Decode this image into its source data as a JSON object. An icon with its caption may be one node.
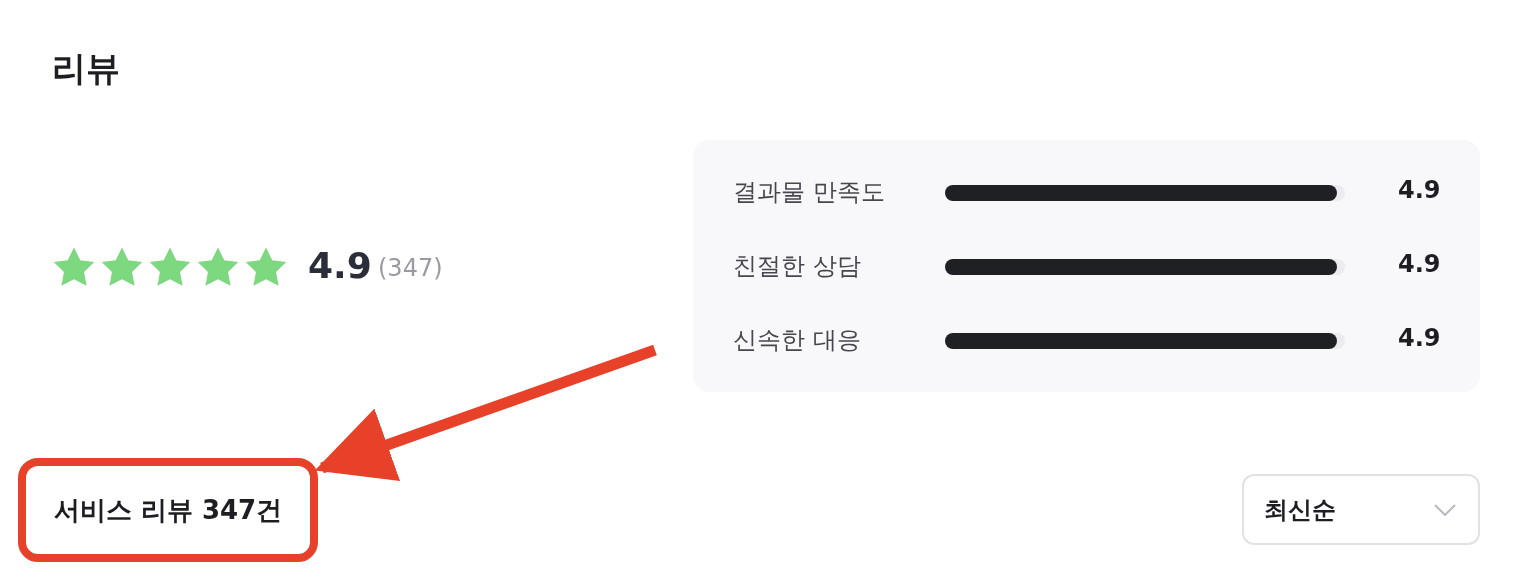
{
  "diagram": {
    "title": "리뷰",
    "nodes": [
      {
        "text": [
          "결과물 만족도",
          "4.9",
          "친절한 상담",
          "4.9",
          "신속한 대응",
          "4.9"
        ]
      },
      {
        "text": [
          "서비스 리뷰 347건"
        ]
      },
      {
        "text": [
          "최신순"
        ]
      }
    ],
    "edges": [
      {
        "from": null,
        "to": 1,
        "arrow": "to"
      }
    ],
    "labels": [
      "4.9",
      "(347)"
    ]
  }
}
